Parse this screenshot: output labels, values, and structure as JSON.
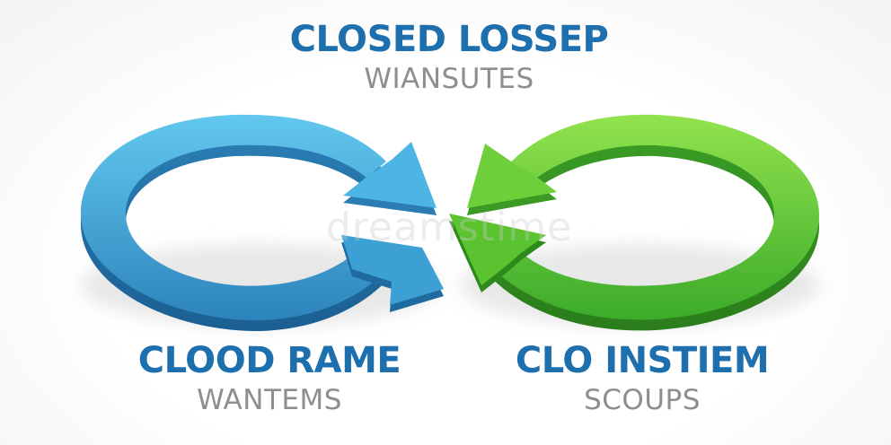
{
  "colors": {
    "blue_text": "#1d6fae",
    "gray_text": "#8e8e8e",
    "blue_arrow_light": "#5bc3ea",
    "blue_arrow_dark": "#2f86bf",
    "green_arrow_light": "#8ee04a",
    "green_arrow_dark": "#3fae2a"
  },
  "labels": {
    "top": {
      "title": "CLOSED LOSSEP",
      "subtitle": "WIANSUTES"
    },
    "left": {
      "title": "CLOOD RAME",
      "subtitle": "WANTEMS"
    },
    "right": {
      "title": "CLO INSTIEM",
      "subtitle": "SCOUPS"
    }
  },
  "watermark": "dreamstime"
}
